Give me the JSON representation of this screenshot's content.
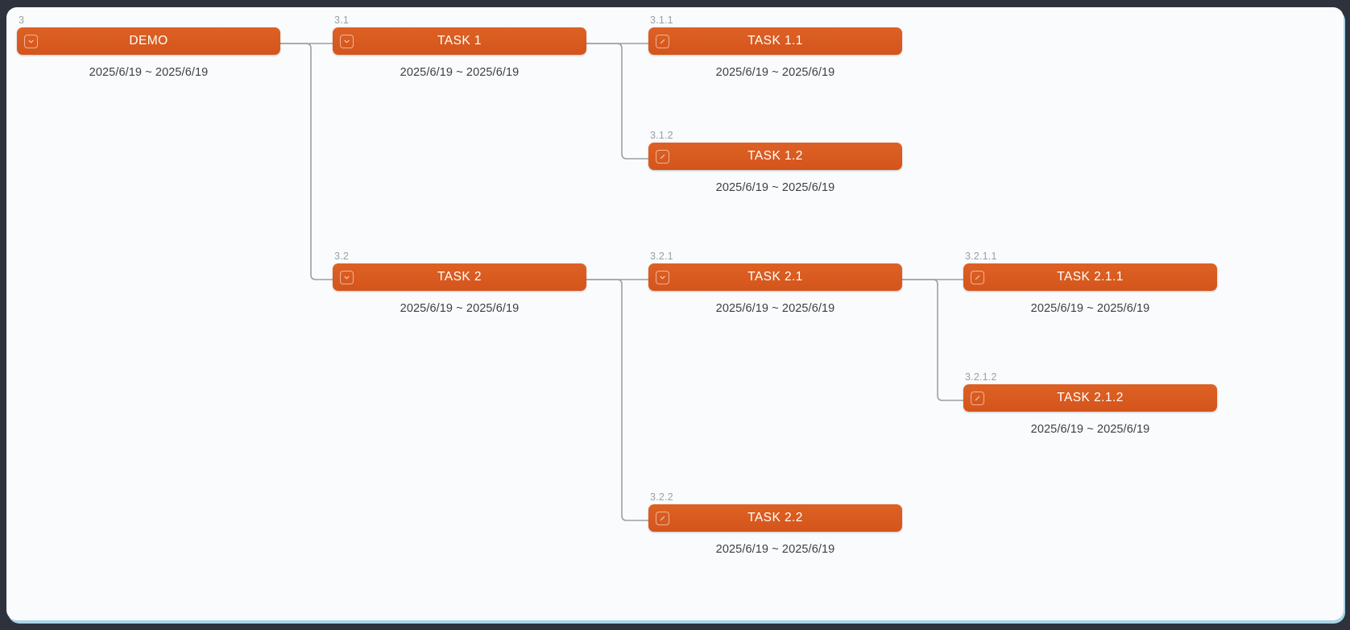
{
  "canvas": {
    "background_color": "#fafbfc",
    "frame_color": "#2e323c",
    "accent_color": "#a9d4e8",
    "connector_color": "#9aa0a6"
  },
  "theme": {
    "node_color": "#d9581f",
    "node_color_light": "#dd6124",
    "node_text_color": "#ffffff",
    "code_text_color": "#9aa0a6",
    "date_text_color": "#3c3f45"
  },
  "tree": {
    "nodes": [
      {
        "id": "demo",
        "code": "3",
        "title": "DEMO",
        "dates": "2025/6/19 ~ 2025/6/19",
        "icon": "chevron-down-icon",
        "type": "parent"
      },
      {
        "id": "task-1",
        "code": "3.1",
        "title": "TASK 1",
        "dates": "2025/6/19 ~ 2025/6/19",
        "icon": "chevron-down-icon",
        "type": "parent"
      },
      {
        "id": "task-1-1",
        "code": "3.1.1",
        "title": "TASK 1.1",
        "dates": "2025/6/19 ~ 2025/6/19",
        "icon": "slash-box-icon",
        "type": "leaf"
      },
      {
        "id": "task-1-2",
        "code": "3.1.2",
        "title": "TASK 1.2",
        "dates": "2025/6/19 ~ 2025/6/19",
        "icon": "slash-box-icon",
        "type": "leaf"
      },
      {
        "id": "task-2",
        "code": "3.2",
        "title": "TASK 2",
        "dates": "2025/6/19 ~ 2025/6/19",
        "icon": "chevron-down-icon",
        "type": "parent"
      },
      {
        "id": "task-2-1",
        "code": "3.2.1",
        "title": "TASK 2.1",
        "dates": "2025/6/19 ~ 2025/6/19",
        "icon": "chevron-down-icon",
        "type": "parent"
      },
      {
        "id": "task-2-1-1",
        "code": "3.2.1.1",
        "title": "TASK 2.1.1",
        "dates": "2025/6/19 ~ 2025/6/19",
        "icon": "slash-box-icon",
        "type": "leaf"
      },
      {
        "id": "task-2-1-2",
        "code": "3.2.1.2",
        "title": "TASK 2.1.2",
        "dates": "2025/6/19 ~ 2025/6/19",
        "icon": "slash-box-icon",
        "type": "leaf"
      },
      {
        "id": "task-2-2",
        "code": "3.2.2",
        "title": "TASK 2.2",
        "dates": "2025/6/19 ~ 2025/6/19",
        "icon": "slash-box-icon",
        "type": "leaf"
      }
    ],
    "edges": [
      {
        "from": "demo",
        "to": "task-1"
      },
      {
        "from": "demo",
        "to": "task-2"
      },
      {
        "from": "task-1",
        "to": "task-1-1"
      },
      {
        "from": "task-1",
        "to": "task-1-2"
      },
      {
        "from": "task-2",
        "to": "task-2-1"
      },
      {
        "from": "task-2",
        "to": "task-2-2"
      },
      {
        "from": "task-2-1",
        "to": "task-2-1-1"
      },
      {
        "from": "task-2-1",
        "to": "task-2-1-2"
      }
    ]
  }
}
